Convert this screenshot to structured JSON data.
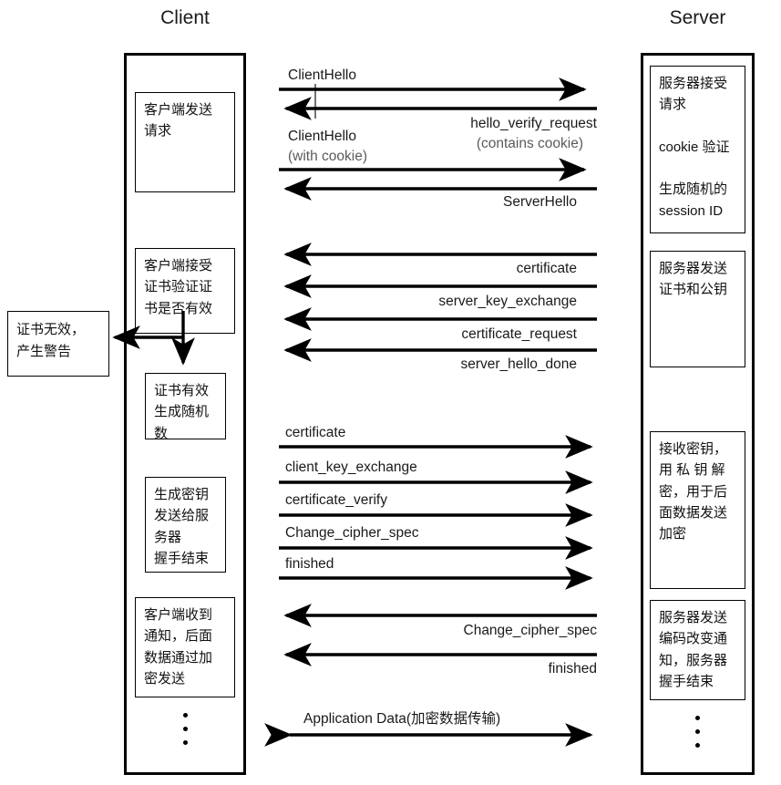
{
  "columns": {
    "client_title": "Client",
    "server_title": "Server"
  },
  "client_notes": [
    {
      "text": "客户端发送\n请求"
    },
    {
      "text": "客户端接受\n证书验证证\n书是否有效"
    },
    {
      "text": "证书有效\n生成随机\n数"
    },
    {
      "text": "生成密钥\n发送给服\n务器\n握手结束"
    },
    {
      "text": "客户端收到\n通知，后面\n数据通过加\n密发送"
    }
  ],
  "server_notes": [
    {
      "text": "服务器接受\n请求\n\ncookie 验证\n\n生成随机的\nsession ID"
    },
    {
      "text": "服务器发送\n证书和公钥"
    },
    {
      "text": "接收密钥，\n用 私 钥 解\n密，用于后\n面数据发送\n加密"
    },
    {
      "text": "服务器发送\n编码改变通\n知，服务器\n握手结束"
    }
  ],
  "alert_box": {
    "text": "证书无效，\n产生警告"
  },
  "messages": [
    {
      "label": "ClientHello",
      "sub": "",
      "direction": "c2s",
      "align": "left"
    },
    {
      "label": "hello_verify_request",
      "sub": "(contains cookie)",
      "direction": "s2c",
      "align": "right"
    },
    {
      "label": "ClientHello",
      "sub": "(with cookie)",
      "direction": "c2s",
      "align": "left"
    },
    {
      "label": "ServerHello",
      "sub": "",
      "direction": "s2c",
      "align": "right"
    },
    {
      "label": "certificate",
      "sub": "",
      "direction": "s2c",
      "align": "right"
    },
    {
      "label": "server_key_exchange",
      "sub": "",
      "direction": "s2c",
      "align": "right"
    },
    {
      "label": "certificate_request",
      "sub": "",
      "direction": "s2c",
      "align": "right"
    },
    {
      "label": "server_hello_done",
      "sub": "",
      "direction": "s2c",
      "align": "right"
    },
    {
      "label": "certificate",
      "sub": "",
      "direction": "c2s",
      "align": "left"
    },
    {
      "label": "client_key_exchange",
      "sub": "",
      "direction": "c2s",
      "align": "left"
    },
    {
      "label": "certificate_verify",
      "sub": "",
      "direction": "c2s",
      "align": "left"
    },
    {
      "label": "Change_cipher_spec",
      "sub": "",
      "direction": "c2s",
      "align": "left"
    },
    {
      "label": "finished",
      "sub": "",
      "direction": "c2s",
      "align": "left"
    },
    {
      "label": "Change_cipher_spec",
      "sub": "",
      "direction": "s2c",
      "align": "right"
    },
    {
      "label": "finished",
      "sub": "",
      "direction": "s2c",
      "align": "right"
    },
    {
      "label": "Application Data(加密数据传输)",
      "sub": "",
      "direction": "both",
      "align": "left"
    }
  ],
  "colors": {
    "stroke": "#000000",
    "background": "#ffffff",
    "text": "#1a1a1a",
    "muted_text": "#5a5a5a"
  }
}
